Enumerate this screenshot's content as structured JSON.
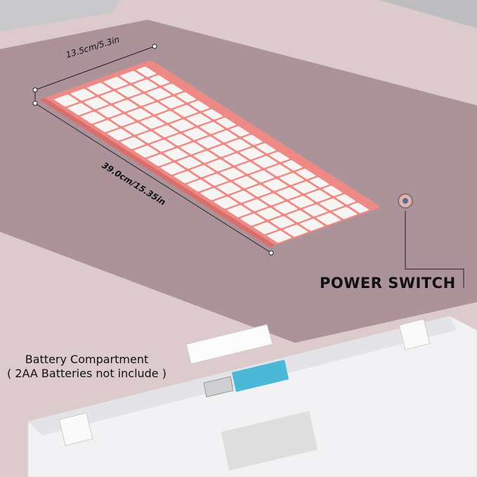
{
  "annotations": {
    "depth": "13.5cm/5.3in",
    "length": "39.0cm/15.35in",
    "power_switch": "POWER SWITCH",
    "battery_title": "Battery Compartment",
    "battery_note": "( 2AA Batteries not include )"
  },
  "colors": {
    "background": "#dccacc",
    "desk_mat": "#ab9399",
    "keyboard_frame": "#ee8a86",
    "keys": "#f7f4f4",
    "battery": "#4bb8d8"
  }
}
